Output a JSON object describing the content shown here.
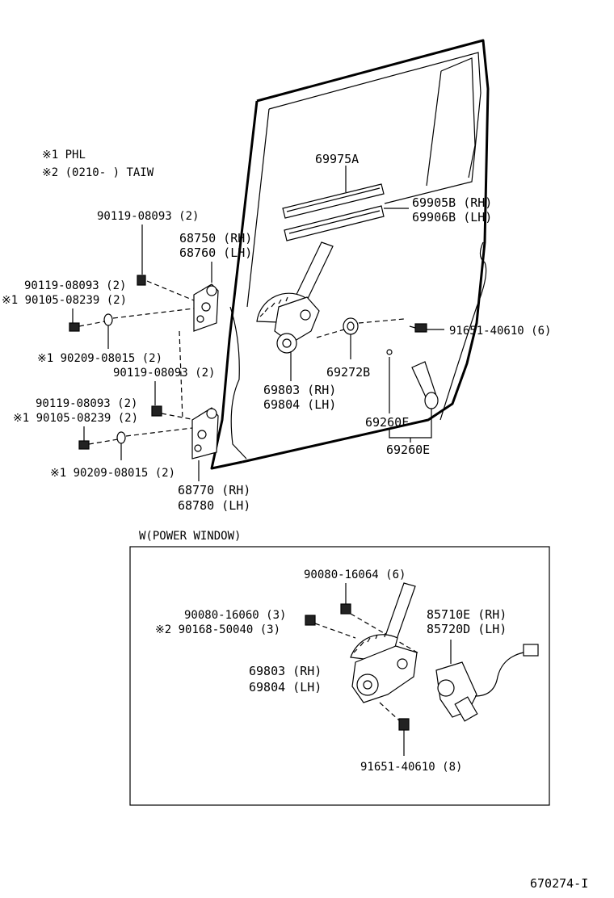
{
  "notes": {
    "note1": "※1 PHL",
    "note2": "※2 (0210-      ) TAIW"
  },
  "labels": {
    "channel": "69975A",
    "run_rh": "69905B (RH)",
    "run_lh": "69906B (LH)",
    "hinge_top_top_bolt": "90119-08093 (2)",
    "hinge_top_rh": "68750 (RH)",
    "hinge_top_lh": "68760 (LH)",
    "hinge_top_bolt_a": "90119-08093 (2)",
    "hinge_top_bolt_b": "※1 90105-08239 (2)",
    "hinge_top_washer": "※1  90209-08015 (2)",
    "hinge_bot_top_bolt": "90119-08093 (2)",
    "hinge_bot_bolt_a": "90119-08093 (2)",
    "hinge_bot_bolt_b": "※1 90105-08239 (2)",
    "hinge_bot_washer": "※1  90209-08015 (2)",
    "hinge_bot_rh": "68770 (RH)",
    "hinge_bot_lh": "68780 (LH)",
    "door_bolt": "91651-40610 (6)",
    "handle_washer": "69272B",
    "regulator_rh": "69803 (RH)",
    "regulator_lh": "69804 (LH)",
    "handle_clip": "69260F",
    "handle_assy": "69260E",
    "pw_section": "W(POWER WINDOW)",
    "pw_bolt_top": "90080-16064 (6)",
    "pw_bolt_a": "90080-16060 (3)",
    "pw_bolt_b": "※2  90168-50040 (3)",
    "motor_rh": "85710E (RH)",
    "motor_lh": "85720D (LH)",
    "pw_regulator_rh": "69803 (RH)",
    "pw_regulator_lh": "69804 (LH)",
    "pw_bolt_bottom": "91651-40610 (8)",
    "diagram_id": "670274-I"
  }
}
